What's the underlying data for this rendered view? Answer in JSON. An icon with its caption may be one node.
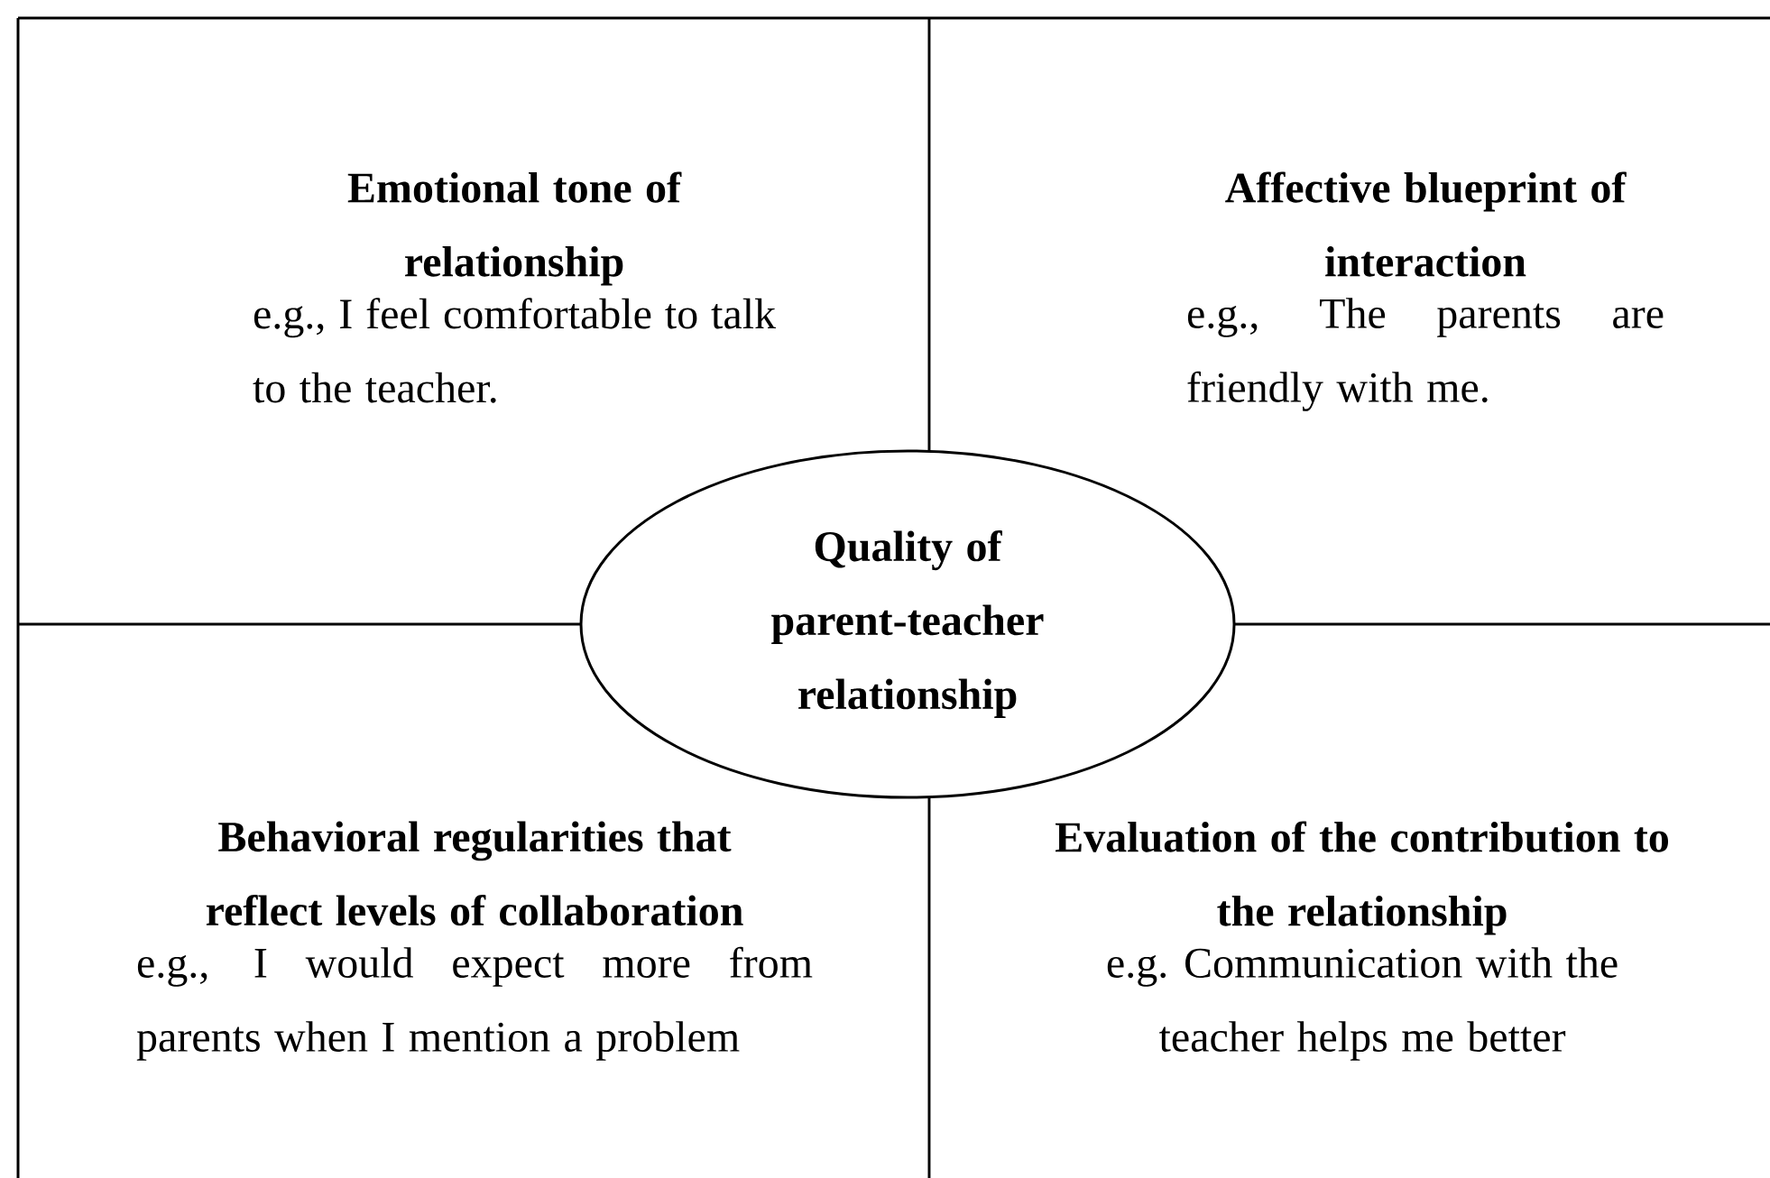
{
  "diagram": {
    "nodes": [
      {
        "text": [
          "Emotional tone of relationship",
          "e.g., I feel comfortable to talk to the teacher."
        ]
      },
      {
        "text": [
          "Affective blueprint of interaction",
          "e.g., The parents are friendly with me."
        ]
      },
      {
        "text": [
          "Quality of parent-teacher relationship"
        ]
      },
      {
        "text": [
          "Behavioral regularities that reflect levels of collaboration",
          "e.g., I would expect more from parents when I mention a problem"
        ]
      },
      {
        "text": [
          "Evaluation of the contribution to the relationship",
          "e.g. Communication with the teacher helps me better"
        ]
      }
    ]
  }
}
